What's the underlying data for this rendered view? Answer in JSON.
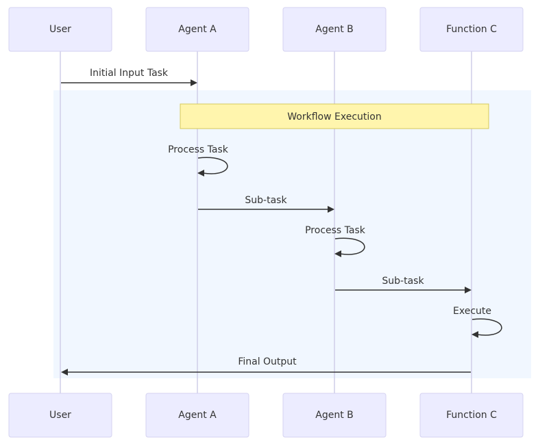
{
  "participants": [
    {
      "id": "user",
      "label": "User"
    },
    {
      "id": "agent_a",
      "label": "Agent A"
    },
    {
      "id": "agent_b",
      "label": "Agent B"
    },
    {
      "id": "function_c",
      "label": "Function C"
    }
  ],
  "note": {
    "text": "Workflow Execution"
  },
  "messages": [
    {
      "from": "user",
      "to": "agent_a",
      "label": "Initial Input Task"
    },
    {
      "from": "agent_a",
      "to": "agent_a",
      "label": "Process Task"
    },
    {
      "from": "agent_a",
      "to": "agent_b",
      "label": "Sub-task"
    },
    {
      "from": "agent_b",
      "to": "agent_b",
      "label": "Process Task"
    },
    {
      "from": "agent_b",
      "to": "function_c",
      "label": "Sub-task"
    },
    {
      "from": "function_c",
      "to": "function_c",
      "label": "Execute"
    },
    {
      "from": "function_c",
      "to": "user",
      "label": "Final Output"
    }
  ],
  "colors": {
    "actor_fill": "#ECECFF",
    "actor_stroke": "#D4D2F0",
    "note_fill": "#FFF5AD",
    "region_fill": "#EEF6FF",
    "line": "#333333"
  }
}
